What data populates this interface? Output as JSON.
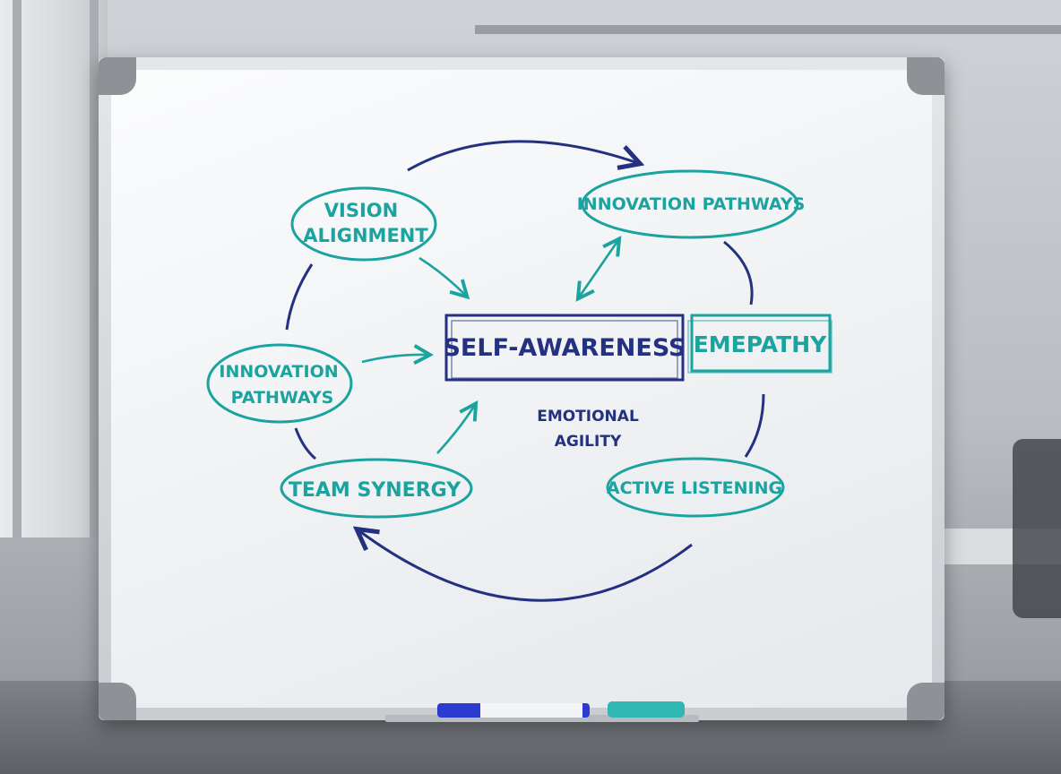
{
  "diagram": {
    "center": "SELF-AWARENESS",
    "side_box": "EMEPATHY",
    "sub_note_line1": "EMOTIONAL",
    "sub_note_line2": "AGILITY",
    "nodes": {
      "vision_line1": "VISION",
      "vision_line2": "ALIGNMENT",
      "innovation_top": "INNOVATION PATHWAYS",
      "innovation_left_line1": "INNOVATION",
      "innovation_left_line2": "PATHWAYS",
      "team": "TEAM SYNERGY",
      "active": "ACTIVE LISTENING"
    },
    "colors": {
      "teal": "#1aa39f",
      "navy": "#243080"
    }
  }
}
